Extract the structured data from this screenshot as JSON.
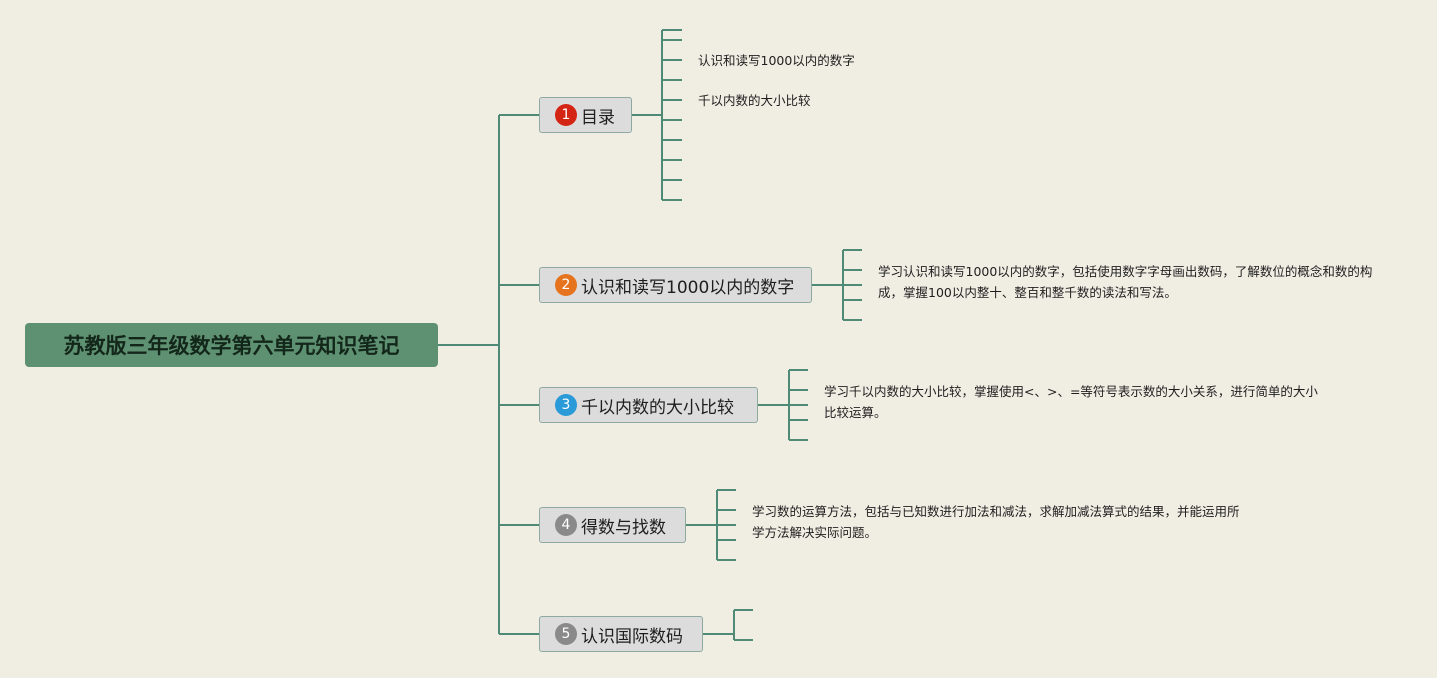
{
  "root": {
    "title": "苏教版三年级数学第六单元知识笔记"
  },
  "branches": [
    {
      "num": "1",
      "label": "目录",
      "color": "#d42414",
      "leaves": [
        "认识和读写1000以内的数字",
        "千以内数的大小比较"
      ]
    },
    {
      "num": "2",
      "label": "认识和读写1000以内的数字",
      "color": "#e6731e",
      "desc": "学习认识和读写1000以内的数字，包括使用数字字母画出数码，了解数位的概念和数的构成，掌握100以内整十、整百和整千数的读法和写法。"
    },
    {
      "num": "3",
      "label": "千以内数的大小比较",
      "color": "#2a9ad8",
      "desc": "学习千以内数的大小比较，掌握使用<、>、=等符号表示数的大小关系，进行简单的大小比较运算。"
    },
    {
      "num": "4",
      "label": "得数与找数",
      "color": "#8a8a8a",
      "desc": "学习数的运算方法，包括与已知数进行加法和减法，求解加减法算式的结果，并能运用所学方法解决实际问题。"
    },
    {
      "num": "5",
      "label": "认识国际数码",
      "color": "#8a8a8a"
    }
  ],
  "colors": {
    "line": "#4f8a76",
    "root_bg": "#5e9171",
    "background": "#f0ede3"
  }
}
